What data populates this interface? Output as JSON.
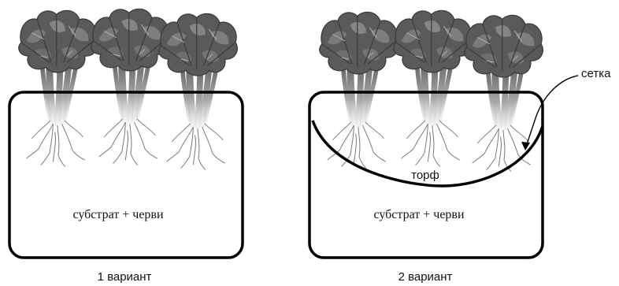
{
  "variants": [
    {
      "caption": "1 вариант",
      "box_label": "субстрат + черви"
    },
    {
      "caption": "2 вариант",
      "box_label": "субстрат + черви",
      "layer_label": "торф",
      "net_label": "сетка"
    }
  ],
  "colors": {
    "outline": "#000000",
    "leaf_dark": "#4d4d4d",
    "leaf_mid": "#6f6f6f",
    "leaf_light": "#8a8a8a",
    "root": "#7a7a7a"
  },
  "icons": {
    "plant": "leafy-plant-with-roots-icon",
    "arrow": "curved-arrow-icon"
  }
}
